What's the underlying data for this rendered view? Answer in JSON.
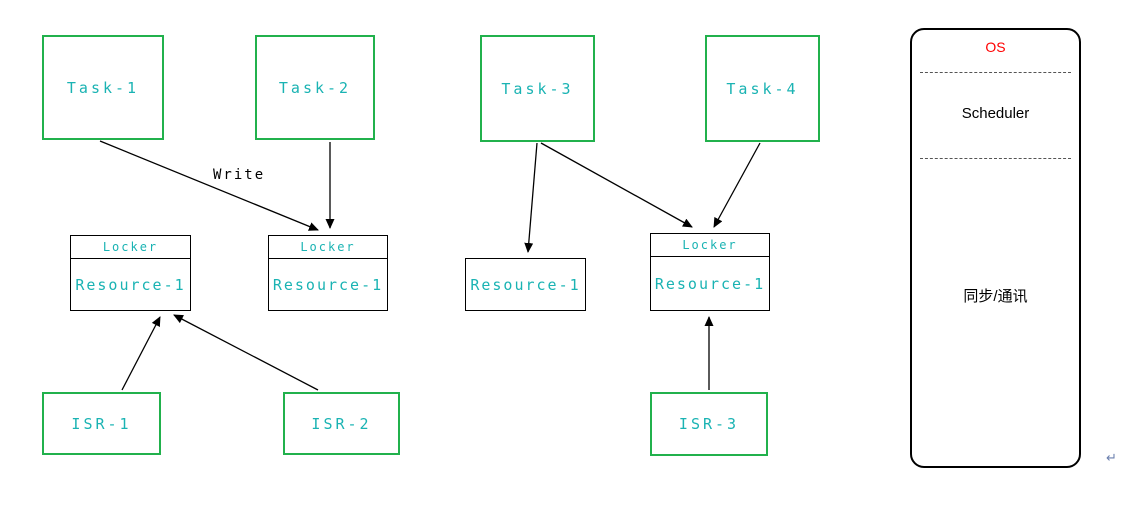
{
  "diagram": {
    "tasks": [
      {
        "label": "Task-1"
      },
      {
        "label": "Task-2"
      },
      {
        "label": "Task-3"
      },
      {
        "label": "Task-4"
      }
    ],
    "resources": [
      {
        "header": "Locker",
        "label": "Resource-1"
      },
      {
        "header": "Locker",
        "label": "Resource-1"
      },
      {
        "label": "Resource-1"
      },
      {
        "header": "Locker",
        "label": "Resource-1"
      }
    ],
    "isrs": [
      {
        "label": "ISR-1"
      },
      {
        "label": "ISR-2"
      },
      {
        "label": "ISR-3"
      }
    ],
    "edge_label": "Write",
    "colors": {
      "box_green": "#21b14c",
      "text_cyan": "#1ab3b3",
      "os_red": "#ff0000",
      "line_black": "#000000"
    }
  },
  "os_panel": {
    "title": "OS",
    "scheduler_label": "Scheduler",
    "sync_label": "同步/通讯"
  },
  "footer_mark": "↵"
}
